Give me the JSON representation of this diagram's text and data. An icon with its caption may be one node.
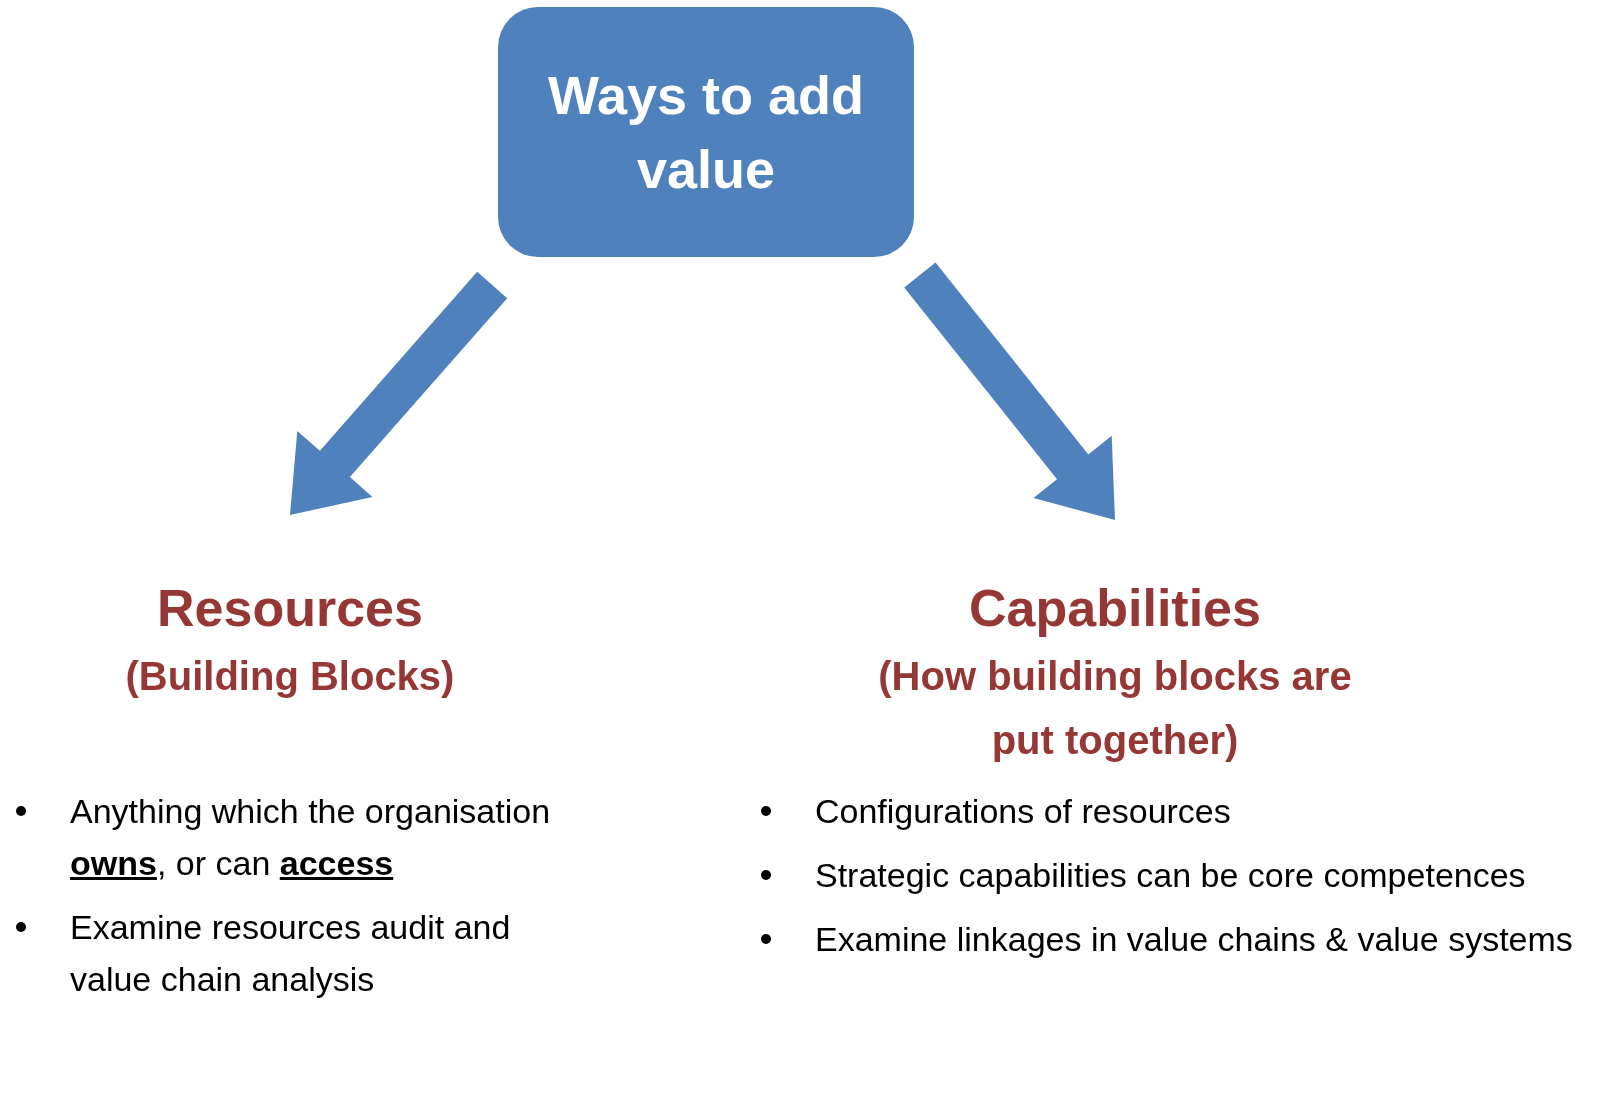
{
  "diagram": {
    "nodes": [
      {
        "text": [
          "Ways to add value"
        ]
      },
      {
        "text": [
          "Resources",
          "(Building Blocks)"
        ]
      },
      {
        "text": [
          "Capabilities",
          "(How building blocks are put together)"
        ]
      }
    ],
    "edges": [
      {
        "from": 0,
        "to": 1,
        "arrow": "to",
        "style": "thick"
      },
      {
        "from": 0,
        "to": 2,
        "arrow": "to",
        "style": "thick"
      }
    ],
    "labels": [
      "Anything which the organisation **owns**, or can **access**",
      "Examine resources audit and value chain analysis",
      "Configurations of resources",
      "Strategic capabilities can be core competences",
      "Examine linkages in value chains & value systems"
    ]
  }
}
